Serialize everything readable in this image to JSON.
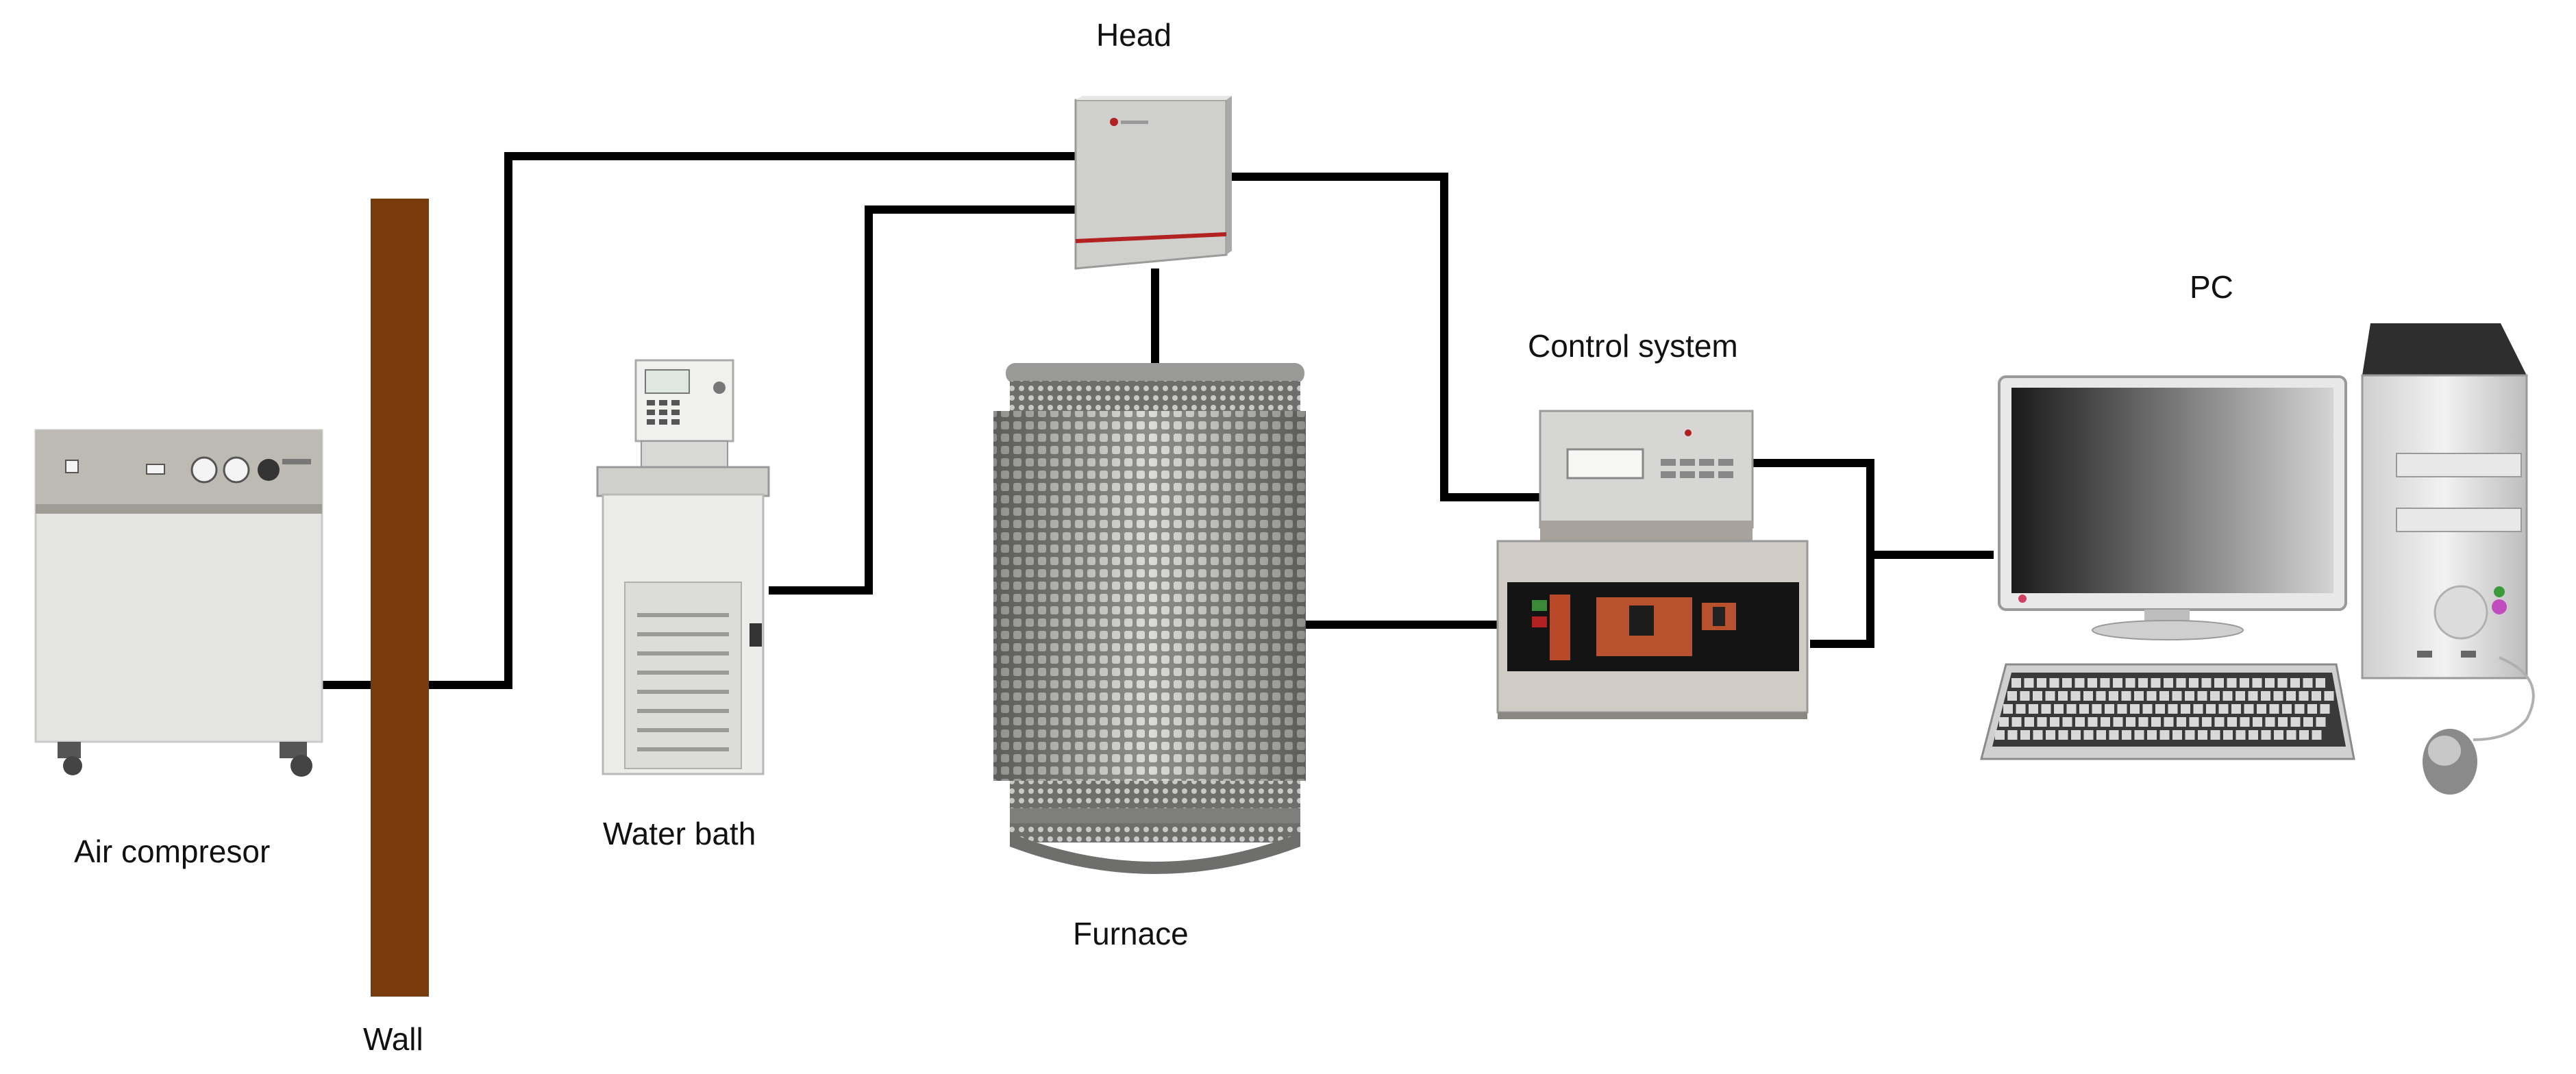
{
  "labels": {
    "head": "Head",
    "pc": "PC",
    "control_system": "Control system",
    "air_compressor": "Air compresor",
    "water_bath": "Water bath",
    "furnace": "Furnace",
    "wall": "Wall"
  },
  "colors": {
    "cable": "#000000",
    "wall": "#7a3b0c",
    "device_light": "#e6e6e4",
    "device_gray": "#bdbab3",
    "device_red_stripe": "#b22222",
    "furnace_mesh": "#9a9a98",
    "monitor_screen": "#2a2a2a"
  },
  "icons": [
    "air-compressor-icon",
    "wall-icon",
    "water-bath-icon",
    "head-unit-icon",
    "furnace-icon",
    "control-system-icon",
    "monitor-icon",
    "tower-icon",
    "keyboard-icon",
    "mouse-icon"
  ]
}
